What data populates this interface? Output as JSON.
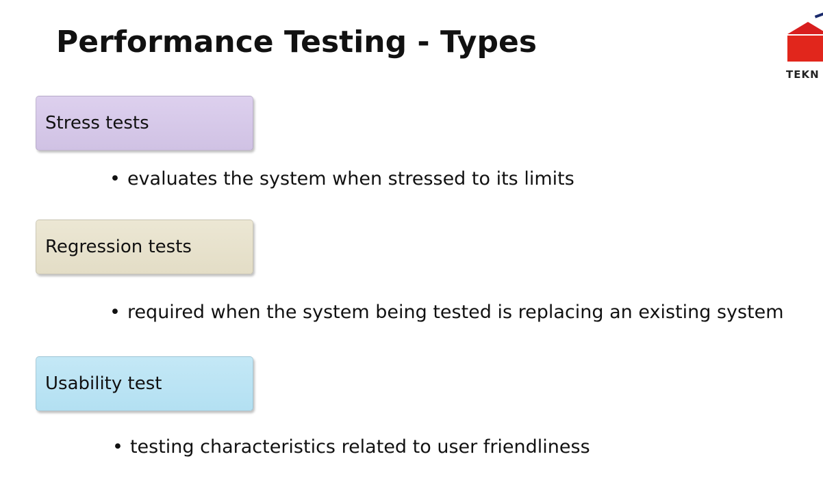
{
  "slide": {
    "title": "Performance Testing - Types",
    "logo": {
      "brand_text": "TEKN",
      "icon": "house-logo-icon",
      "colors": {
        "primary": "#e1261c",
        "accent": "#1a2a6c"
      }
    },
    "items": [
      {
        "label": "Stress tests",
        "description": "evaluates the system when stressed to its limits",
        "color": "#d6c8ea"
      },
      {
        "label": "Regression tests",
        "description": "required when the system being tested is replacing an existing system",
        "color": "#e8e2cd"
      },
      {
        "label": "Usability test",
        "description": "testing characteristics related to  user friendliness",
        "color": "#bce4f4"
      }
    ],
    "bullet_glyph": "•"
  }
}
